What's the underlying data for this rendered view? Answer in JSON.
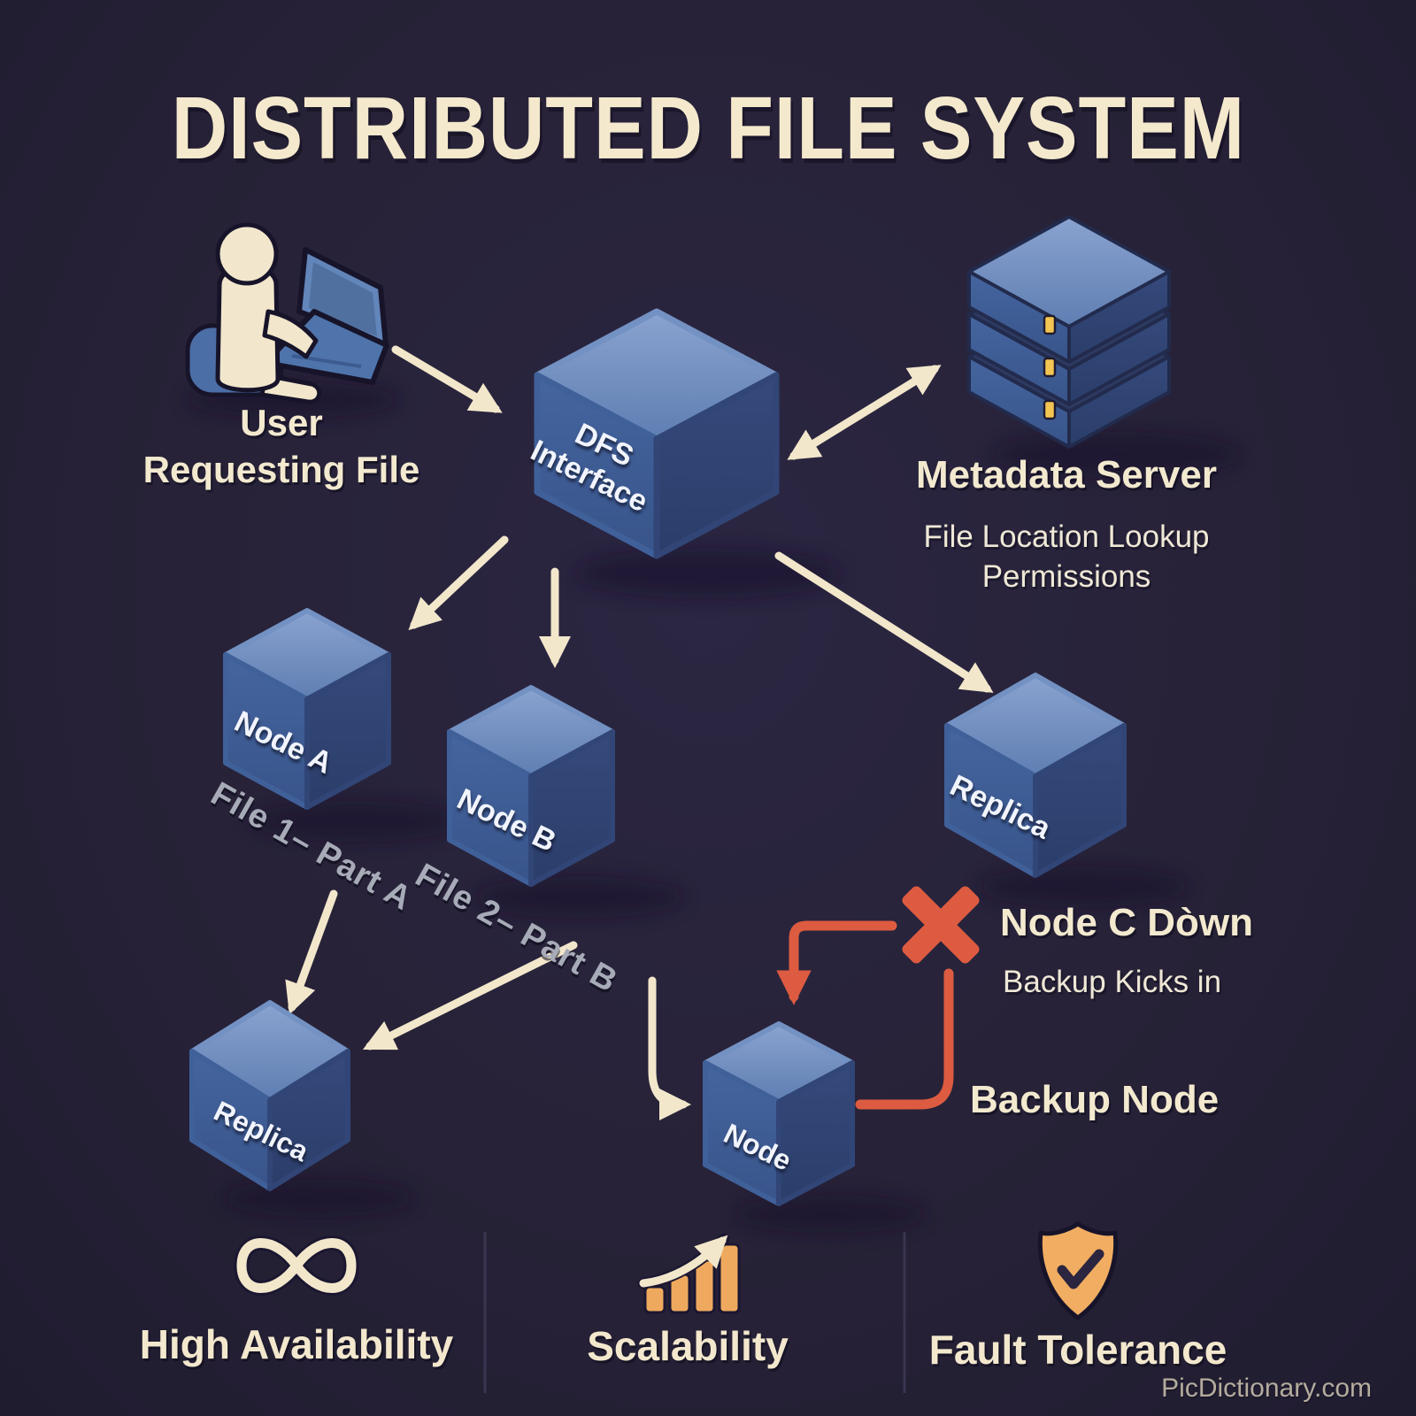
{
  "title": "DISTRIBUTED FILE SYSTEM",
  "colors": {
    "background": "#272237",
    "cream_accent": "#f2e7cb",
    "cube_blue": "#41619c",
    "cube_top_blue": "#7b97c8",
    "alert_red": "#dd5b41",
    "feature_orange": "#efa95e",
    "muted_gray_text": "#a7abb8"
  },
  "user": {
    "icon": "person-at-laptop-icon",
    "line1": "User",
    "line2": "Requesting File"
  },
  "dfs": {
    "line1": "DFS",
    "line2": "Interface"
  },
  "metadata": {
    "icon": "server-stack-icon",
    "title": "Metadata Server",
    "subtitle1": "File Location Lookup",
    "subtitle2": "Permissions"
  },
  "nodes": {
    "node_a": "Node A",
    "node_b": "Node B",
    "replica_right": "Replica",
    "replica_bottom": "Replica",
    "node_bottom": "Node"
  },
  "files": {
    "file1": "File 1– Part A",
    "file2": "File 2– Part B"
  },
  "failure": {
    "icon": "x-mark-icon",
    "title": "Node C Dòwn",
    "subtitle": "Backup Kicks in",
    "backup": "Backup Node"
  },
  "footer": {
    "items": [
      {
        "icon": "infinity-icon",
        "label": "High Availability"
      },
      {
        "icon": "growth-bars-icon",
        "label": "Scalability"
      },
      {
        "icon": "shield-check-icon",
        "label": "Fault Tolerance"
      }
    ]
  },
  "watermark": "PicDictionary.com"
}
